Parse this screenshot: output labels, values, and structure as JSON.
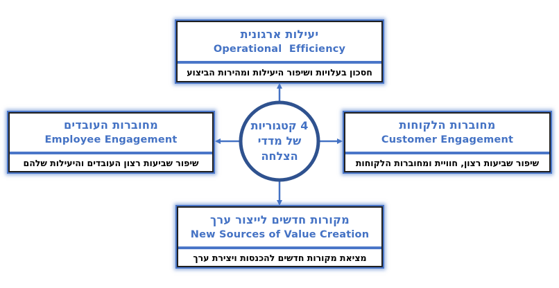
{
  "center": {
    "lines": [
      "4 קטגוריות",
      "של מדדי",
      "הצלחה"
    ]
  },
  "categories": {
    "top": {
      "title_he": "יעילות ארגונית",
      "title_en": "Operational  Efficiency",
      "description": "חסכון בעלויות ושיפור היעילות ומהירות הביצוע"
    },
    "left": {
      "title_he": "מחוברות העובדים",
      "title_en": "Employee Engagement",
      "description": "שיפור שביעות רצון העובדים והיעילות שלהם"
    },
    "right": {
      "title_he": "מחוברות הלקוחות",
      "title_en": "Customer Engagement",
      "description": "שיפור שביעות רצון, חוויית ומחוברות הלקוחות"
    },
    "bottom": {
      "title_he": "מקורות חדשים לייצור ערך",
      "title_en": "New Sources of Value Creation",
      "description": "מציאת מקורות חדשים להכנסות ויצירת ערך"
    }
  },
  "colors": {
    "accent": "#4472c4",
    "circle_stroke": "#2f528f",
    "box_border": "#1f1f1f",
    "description_text": "#000000"
  },
  "icons": {
    "connector_arrow": "arrow-outward-icon"
  }
}
